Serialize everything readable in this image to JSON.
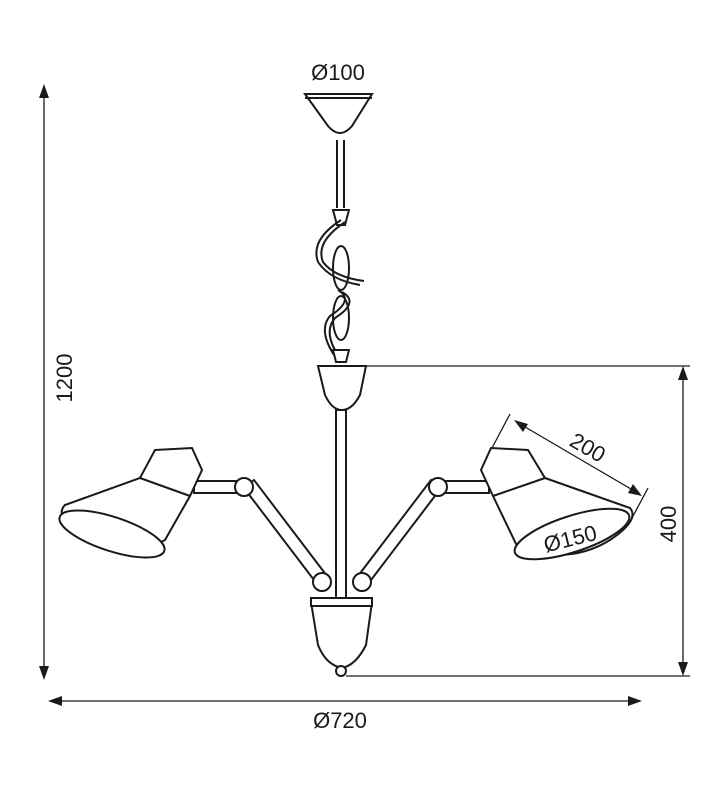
{
  "dimensions": {
    "canopy_diameter": "Ø100",
    "total_height": "1200",
    "shade_length": "200",
    "shade_diameter": "Ø150",
    "body_height": "400",
    "overall_diameter": "Ø720"
  }
}
